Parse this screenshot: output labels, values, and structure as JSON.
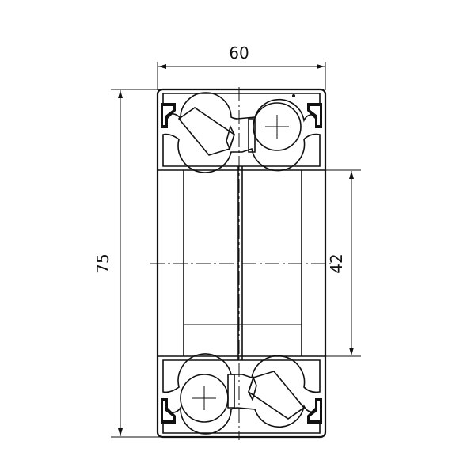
{
  "dimensions": {
    "width": "60",
    "outer_diameter": "75",
    "inner_diameter": "42"
  },
  "colors": {
    "line": "#111111",
    "background": "#ffffff"
  }
}
